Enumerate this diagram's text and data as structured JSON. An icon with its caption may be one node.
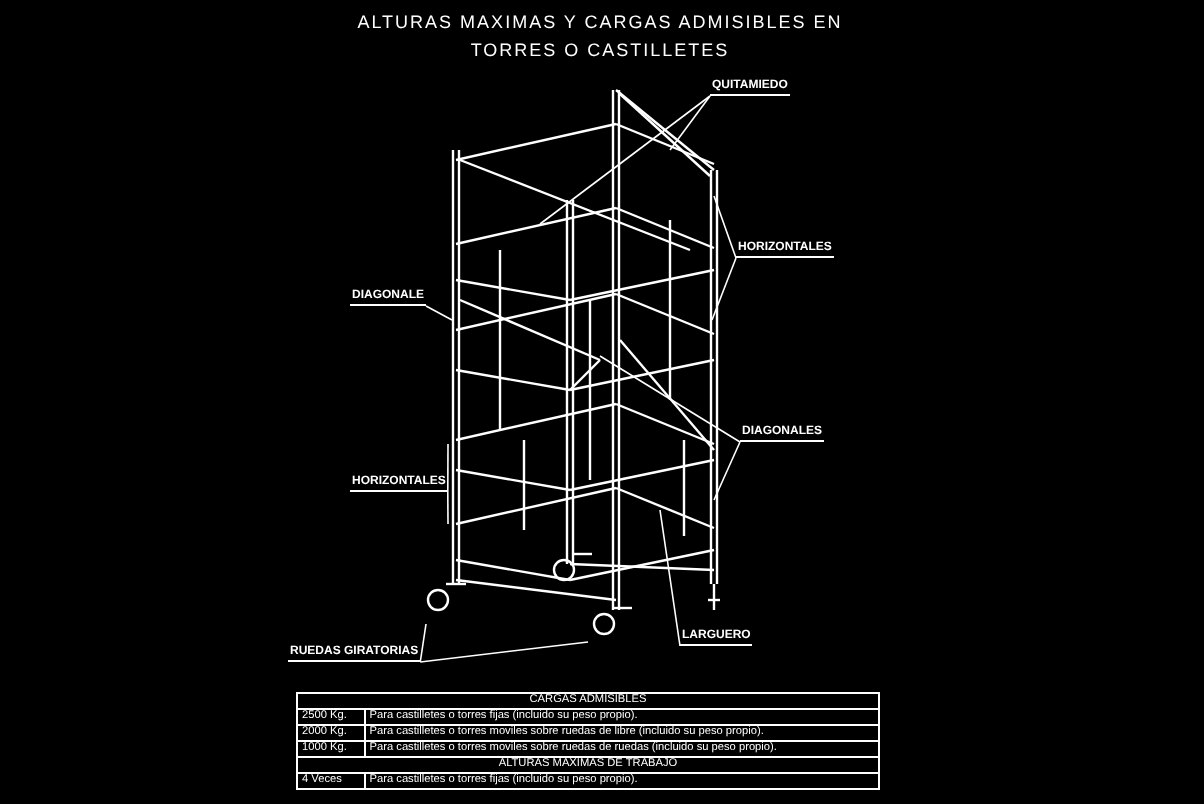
{
  "diagram": {
    "title": "ALTURAS MAXIMAS Y CARGAS ADMISIBLES EN TORRES O CASTILLETES",
    "nodes": [
      {
        "text": [
          "QUITAMIEDO"
        ]
      },
      {
        "text": [
          "HORIZONTALES"
        ]
      },
      {
        "text": [
          "DIAGONALE"
        ]
      },
      {
        "text": [
          "DIAGONALES"
        ]
      },
      {
        "text": [
          "HORIZONTALES"
        ]
      },
      {
        "text": [
          "RUEDAS GIRATORIAS"
        ]
      },
      {
        "text": [
          "LARGUERO"
        ]
      }
    ],
    "edges": [
      {
        "from": 0,
        "to": null,
        "arrow": "none"
      },
      {
        "from": 0,
        "to": null,
        "arrow": "none"
      },
      {
        "from": 1,
        "to": null,
        "arrow": "none"
      },
      {
        "from": 1,
        "to": null,
        "arrow": "none"
      },
      {
        "from": 2,
        "to": null,
        "arrow": "none"
      },
      {
        "from": 3,
        "to": null,
        "arrow": "none"
      },
      {
        "from": 3,
        "to": null,
        "arrow": "none"
      },
      {
        "from": 4,
        "to": null,
        "arrow": "none"
      },
      {
        "from": 4,
        "to": null,
        "arrow": "none"
      },
      {
        "from": 5,
        "to": null,
        "arrow": "none"
      },
      {
        "from": 5,
        "to": null,
        "arrow": "none"
      },
      {
        "from": 6,
        "to": null,
        "arrow": "none"
      }
    ],
    "labels": [
      "CARGAS ADMISIBLES",
      "2500 Kg.",
      "Para castilletes o torres fijas (incluido su peso propio).",
      "2000 Kg.",
      "Para castilletes o torres moviles sobre ruedas de libre (incluido su peso propio).",
      "1000 Kg.",
      "Para castilletes o torres moviles sobre ruedas de ruedas (incluido su peso propio).",
      "ALTURAS MAXIMAS DE TRABAJO",
      "4 Veces",
      "Para castilletes o torres fijas (incluido su peso propio)."
    ]
  }
}
